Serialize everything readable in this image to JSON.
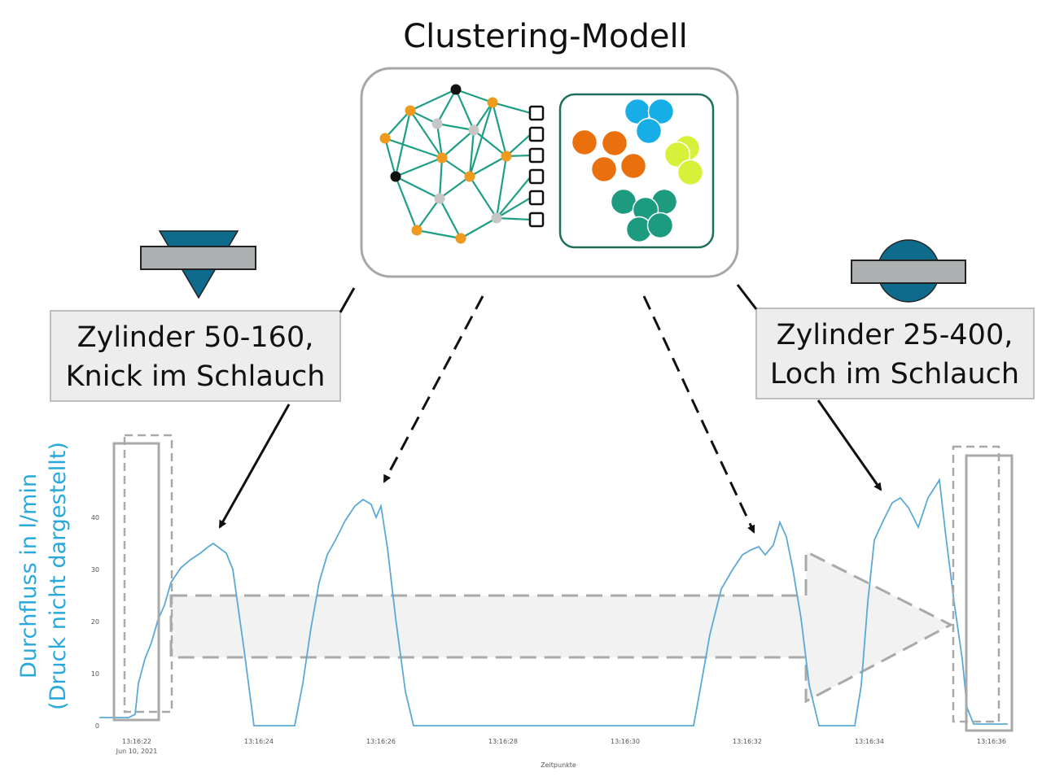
{
  "title": "Clustering-Modell",
  "left_label": {
    "line1": "Zylinder 50-160,",
    "line2": "Knick im Schlauch"
  },
  "right_label": {
    "line1": "Zylinder 25-400,",
    "line2": "Loch im Schlauch"
  },
  "axis": {
    "ylabel_line1": "Durchfluss in l/min",
    "ylabel_line2": "(Druck nicht dargestellt)",
    "xlabel": "Zeitpunkte",
    "date": "Jun 10, 2021",
    "y_ticks": [
      "0",
      "10",
      "20",
      "30",
      "40"
    ],
    "x_ticks": [
      "13:16:22",
      "13:16:24",
      "13:16:26",
      "13:16:28",
      "13:16:30",
      "13:16:32",
      "13:16:34",
      "13:16:36"
    ]
  },
  "colors": {
    "signal": "#5aa9d6",
    "ylabel": "#29a8dc",
    "teal": "#1f9e86",
    "orange_node": "#ee9a1f",
    "gray_node": "#c6c6c6",
    "cluster_blue": "#17aee8",
    "cluster_orange": "#ea700d",
    "cluster_yellow": "#d7f03a",
    "cluster_teal": "#1d9b7f",
    "symbol_fill": "#0f6b8c",
    "bar_gray": "#aeb1b2"
  }
}
